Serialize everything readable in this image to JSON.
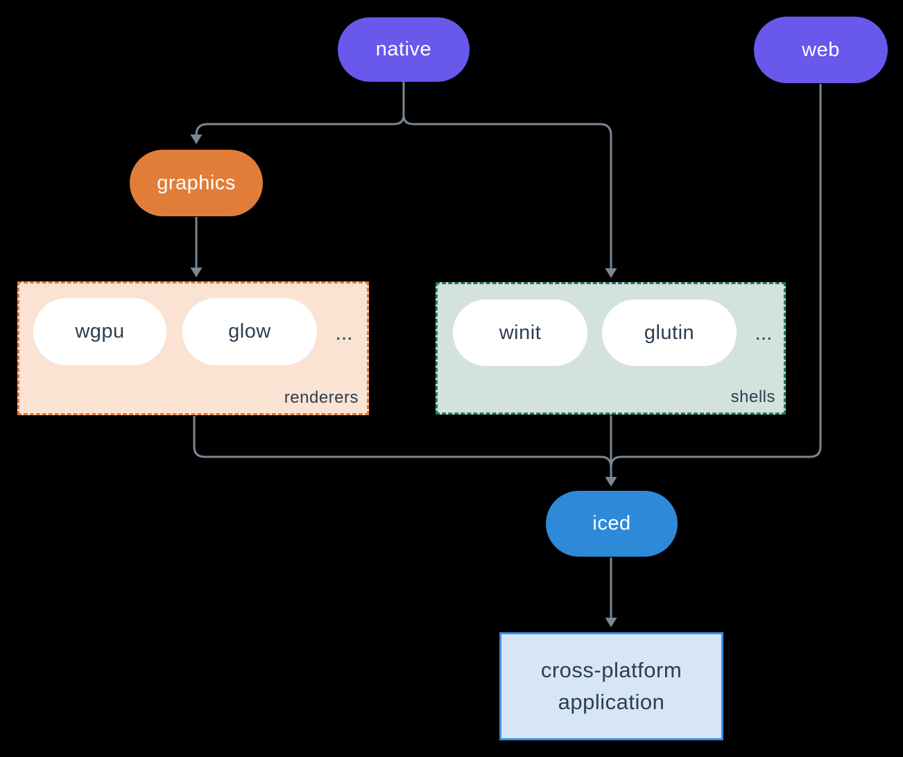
{
  "colors": {
    "background": "#000000",
    "line": "#7a8794",
    "dark_text": "#2d3e4e",
    "purple": "#6858ec",
    "orange": "#e07e39",
    "blue": "#2e89d8",
    "white_pill": "#ffffff",
    "renderers_bg": "#fae3d3",
    "renderers_border": "#e0793a",
    "shells_bg": "#d4e2dd",
    "shells_border": "#26776b",
    "app_bg": "#d6e6f6",
    "app_border": "#3b8ce0"
  },
  "nodes": {
    "native": {
      "label": "native"
    },
    "web": {
      "label": "web"
    },
    "graphics": {
      "label": "graphics"
    },
    "iced": {
      "label": "iced"
    },
    "wgpu": {
      "label": "wgpu"
    },
    "glow": {
      "label": "glow"
    },
    "winit": {
      "label": "winit"
    },
    "glutin": {
      "label": "glutin"
    }
  },
  "groups": {
    "renderers": {
      "label": "renderers",
      "ellipsis": "..."
    },
    "shells": {
      "label": "shells",
      "ellipsis": "..."
    }
  },
  "application": {
    "label": "cross-platform application"
  }
}
